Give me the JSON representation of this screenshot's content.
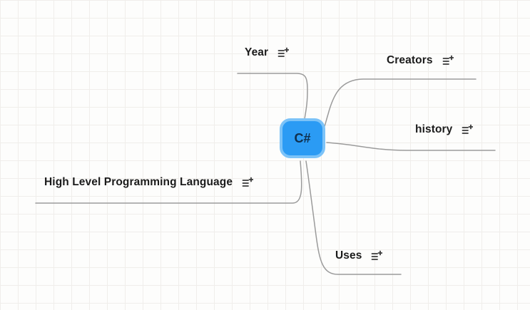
{
  "canvas": {
    "background_color": "#fdfdfc",
    "grid_color": "#f0eeeb",
    "connector_color": "#9b9b9b"
  },
  "mindmap": {
    "root": {
      "label": "C#",
      "fill_color": "#2b9bf4",
      "border_color": "#7cc3f8",
      "text_color": "#10304e"
    },
    "branches": [
      {
        "label": "Year"
      },
      {
        "label": "Creators"
      },
      {
        "label": "history"
      },
      {
        "label": "High Level Programming Language"
      },
      {
        "label": "Uses"
      }
    ]
  },
  "icons": {
    "add_children": "list-plus-icon"
  }
}
